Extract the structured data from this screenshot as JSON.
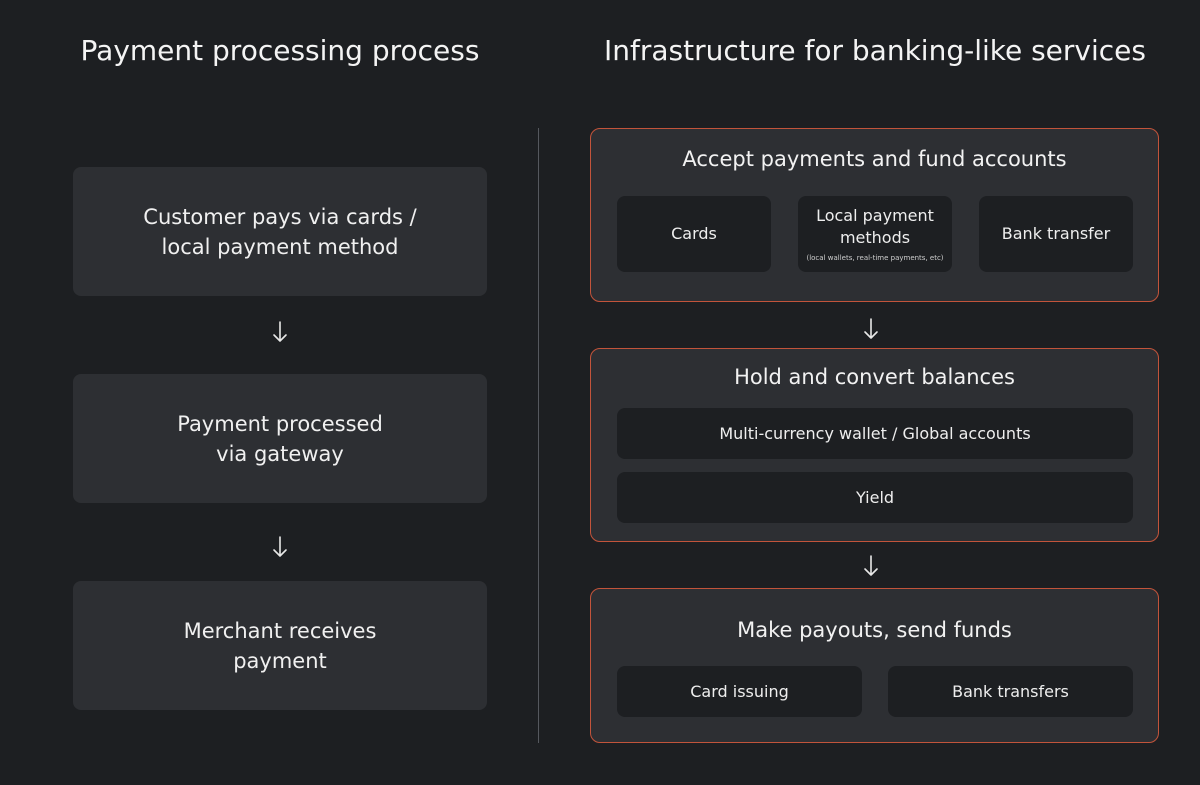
{
  "left": {
    "title": "Payment processing process",
    "steps": [
      "Customer pays via cards /\nlocal payment method",
      "Payment processed\nvia gateway",
      "Merchant receives\npayment"
    ]
  },
  "right": {
    "title": "Infrastructure for banking-like services",
    "panels": [
      {
        "title": "Accept payments and fund accounts",
        "items": [
          {
            "label": "Cards"
          },
          {
            "label": "Local payment methods",
            "sub": "(local wallets, real-time payments, etc)"
          },
          {
            "label": "Bank transfer"
          }
        ]
      },
      {
        "title": "Hold and convert balances",
        "items": [
          {
            "label": "Multi-currency wallet / Global accounts"
          },
          {
            "label": "Yield"
          }
        ]
      },
      {
        "title": "Make payouts, send funds",
        "items": [
          {
            "label": "Card issuing"
          },
          {
            "label": "Bank transfers"
          }
        ]
      }
    ]
  },
  "colors": {
    "background": "#1d1f22",
    "box": "#2d2f33",
    "accent_border": "#c2543b"
  },
  "icons": [
    "arrow-down-icon"
  ]
}
